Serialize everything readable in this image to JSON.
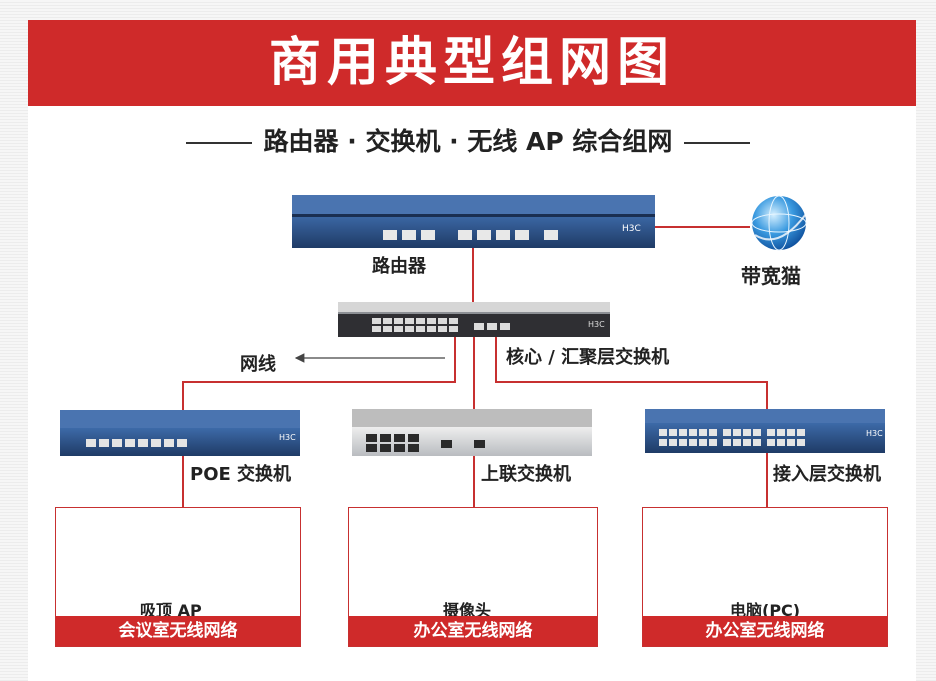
{
  "title": "商用典型组网图",
  "subtitle": "路由器 · 交换机 · 无线 AP 综合组网",
  "devices": {
    "router": {
      "label": "路由器",
      "brand": "H3C"
    },
    "modem": {
      "label": "带宽猫"
    },
    "core_switch": {
      "label": "核心 / 汇聚层交换机",
      "brand": "H3C"
    },
    "cable": {
      "label": "网线"
    },
    "poe_switch": {
      "label": "POE 交换机",
      "brand": "H3C"
    },
    "uplink_switch": {
      "label": "上联交换机"
    },
    "access_switch": {
      "label": "接入层交换机",
      "brand": "H3C"
    }
  },
  "zones": [
    {
      "item_label": "吸顶 AP",
      "footer": "会议室无线网络"
    },
    {
      "item_label": "摄像头",
      "footer": "办公室无线网络"
    },
    {
      "item_label": "电脑(PC)",
      "footer": "办公室无线网络"
    }
  ],
  "colors": {
    "accent": "#cf2a2a",
    "device_blue": "#2c4f86",
    "link": "#c73030"
  }
}
